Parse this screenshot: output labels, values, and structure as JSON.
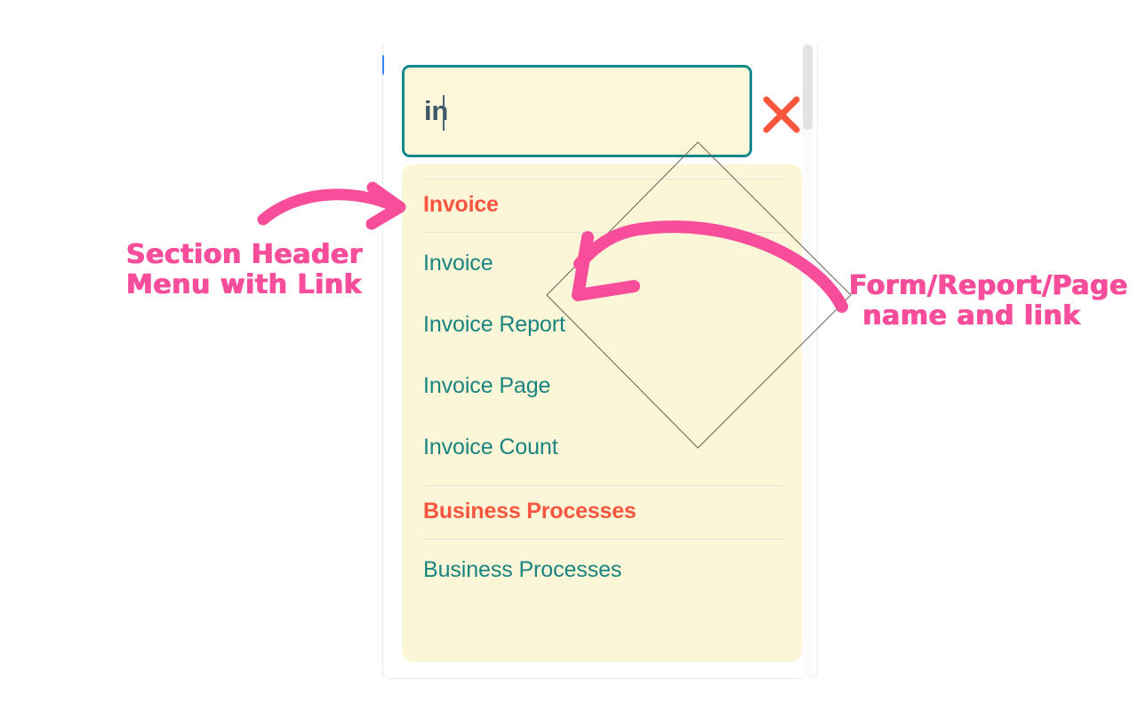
{
  "window": {
    "background_color": "#ffffff",
    "panel_background": "#ffffff",
    "dropdown_background": "#fcf6d8",
    "accent_teal": "#13898b",
    "accent_orange": "#f9553f",
    "accent_pink": "#f74d9b",
    "link_teal": "#19847f"
  },
  "search": {
    "value": "in",
    "placeholder": "",
    "close_label": "✕"
  },
  "dropdown": {
    "groups": [
      {
        "header": "Invoice",
        "items": [
          {
            "label": "Invoice"
          },
          {
            "label": "Invoice Report"
          },
          {
            "label": "Invoice Page"
          },
          {
            "label": "Invoice Count"
          }
        ]
      },
      {
        "header": "Business Processes",
        "items": [
          {
            "label": "Business Processes"
          }
        ]
      }
    ]
  },
  "annotations": [
    {
      "id": "left",
      "text": "Section Header\nMenu with Link",
      "color": "#f74d9b"
    },
    {
      "id": "right",
      "text": "Form/Report/Page\nname and link",
      "color": "#f74d9b"
    }
  ]
}
